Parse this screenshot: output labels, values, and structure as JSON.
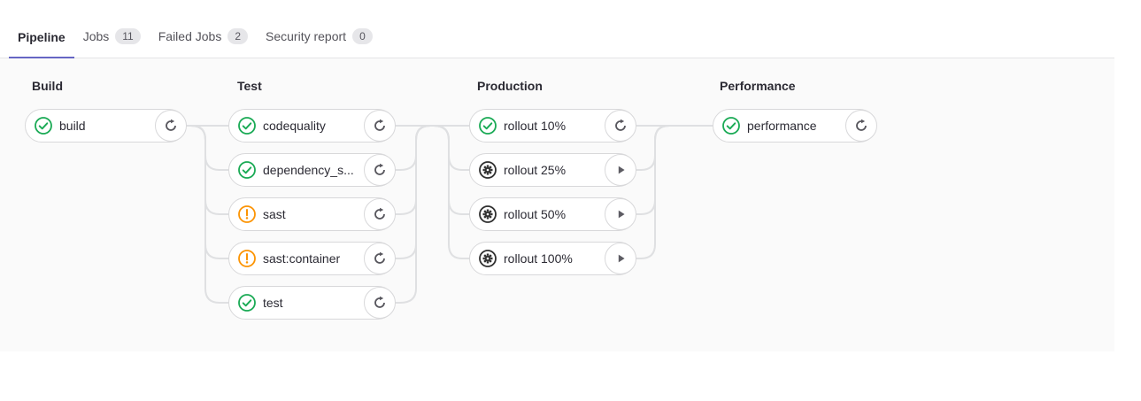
{
  "tabs": [
    {
      "label": "Pipeline",
      "active": true
    },
    {
      "label": "Jobs",
      "badge": "11"
    },
    {
      "label": "Failed Jobs",
      "badge": "2"
    },
    {
      "label": "Security report",
      "badge": "0"
    }
  ],
  "stages": [
    {
      "name": "Build",
      "jobs": [
        {
          "label": "build",
          "status": "success",
          "action": "retry"
        }
      ]
    },
    {
      "name": "Test",
      "jobs": [
        {
          "label": "codequality",
          "status": "success",
          "action": "retry"
        },
        {
          "label": "dependency_s...",
          "status": "success",
          "action": "retry"
        },
        {
          "label": "sast",
          "status": "warning",
          "action": "retry"
        },
        {
          "label": "sast:container",
          "status": "warning",
          "action": "retry"
        },
        {
          "label": "test",
          "status": "success",
          "action": "retry"
        }
      ]
    },
    {
      "name": "Production",
      "jobs": [
        {
          "label": "rollout 10%",
          "status": "success",
          "action": "retry"
        },
        {
          "label": "rollout 25%",
          "status": "manual",
          "action": "play"
        },
        {
          "label": "rollout 50%",
          "status": "manual",
          "action": "play"
        },
        {
          "label": "rollout 100%",
          "status": "manual",
          "action": "play"
        }
      ]
    },
    {
      "name": "Performance",
      "jobs": [
        {
          "label": "performance",
          "status": "success",
          "action": "retry"
        }
      ]
    }
  ],
  "icons": {
    "success": "check-circle-icon",
    "warning": "exclamation-circle-icon",
    "manual": "gear-circle-icon",
    "retry": "circular-arrow-icon",
    "play": "play-triangle-icon"
  },
  "colors": {
    "success": "#1aaa55",
    "warning": "#fc9403",
    "manual": "#2f2f2f",
    "tab_active_underline": "#6666c4",
    "connector": "#dfe0e2",
    "panel_bg": "#fafafa"
  }
}
